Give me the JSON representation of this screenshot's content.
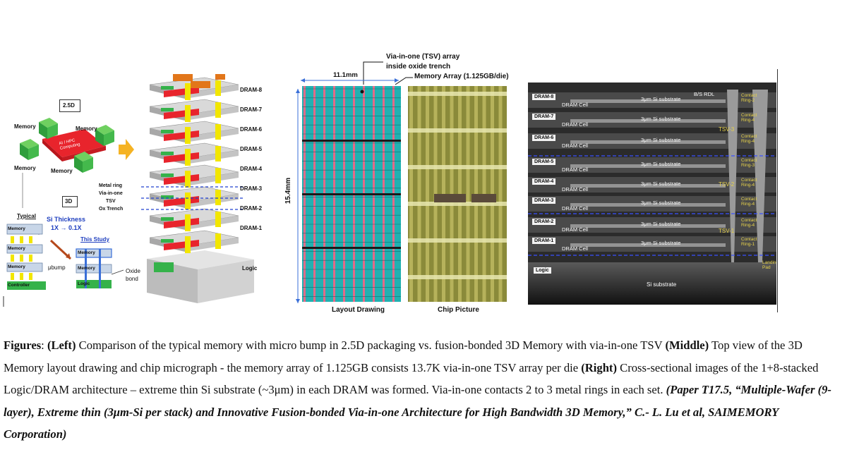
{
  "left_panel": {
    "label_2_5d": "2.5D",
    "label_3d": "3D",
    "memory_labels": [
      "Memory",
      "Memory",
      "Memory",
      "Memory"
    ],
    "ai_hpc_label": "AI / HPC Computing",
    "typical_label": "Typical",
    "si_thickness_label": "Si Thickness",
    "si_thickness_ratio": "1X → 0.1X",
    "this_study_label": "This Study",
    "stack_memory_labels": [
      "Memory",
      "Memory",
      "Memory"
    ],
    "controller_label": "Controller",
    "ubump_label": "μbump",
    "study_memory_labels": [
      "Memory",
      "Memory"
    ],
    "logic_small_label": "Logic",
    "oxide_bond_label": "Oxide bond",
    "side_labels": [
      "Metal ring",
      "Via-in-one",
      "TSV",
      "Ox Trench"
    ],
    "dram_layers": [
      "DRAM-8",
      "DRAM-7",
      "DRAM-6",
      "DRAM-5",
      "DRAM-4",
      "DRAM-3",
      "DRAM-2",
      "DRAM-1"
    ],
    "logic_label": "Logic",
    "accent_red": "#e8242c",
    "accent_yellow": "#f2e600",
    "accent_green": "#35b24a",
    "accent_orange": "#e2761a"
  },
  "middle_panel": {
    "tsv_callout_line1": "Via-in-one (TSV) array",
    "tsv_callout_line2": "inside oxide trench",
    "width_label": "11.1mm",
    "memory_array_label": "Memory Array (1.125GB/die)",
    "height_label": "15.4mm",
    "layout_caption": "Layout Drawing",
    "chip_caption": "Chip Picture",
    "teal": "#22b1b1",
    "pink": "#e36a88"
  },
  "right_panel": {
    "dram_labels": [
      "DRAM-8",
      "DRAM-7",
      "DRAM-6",
      "DRAM-5",
      "DRAM-4",
      "DRAM-3",
      "DRAM-2",
      "DRAM-1"
    ],
    "dram_cell": "DRAM Cell",
    "si_substrate_3um": "3μm Si substrate",
    "bs_rdl": "B/S RDL",
    "tsv_labels": [
      "TSV-3",
      "TSV-2",
      "TSV-1"
    ],
    "contact_rings": [
      "Contact Ring-2",
      "Contact Ring-4",
      "Contact Ring-4",
      "Contact Ring-3",
      "Contact Ring-4",
      "Contact Ring-4",
      "Contact Ring-4",
      "Contact Ring-1"
    ],
    "logic_label": "Logic",
    "si_substrate": "Si substrate",
    "landing_pad": "Landing Pad"
  },
  "caption": {
    "figures_label": "Figures",
    "left_tag": "(Left)",
    "left_text": " Comparison of the typical memory with micro bump in 2.5D packaging vs. fusion-bonded 3D Memory with via-in-one TSV ",
    "middle_tag": "(Middle)",
    "middle_text": " Top view of the 3D Memory layout drawing and chip micrograph - the memory array of 1.125GB consists 13.7K via-in-one TSV array per die ",
    "right_tag": "(Right)",
    "right_text": " Cross-sectional images of the 1+8-stacked Logic/DRAM architecture – extreme thin Si substrate (~3μm) in each DRAM was formed. Via-in-one contacts 2 to 3 metal rings in each set. ",
    "paper_ref": "(Paper T17.5, “Multiple-Wafer (9-layer), Extreme thin (3μm-Si per stack) and Innovative Fusion-bonded Via-in-one Architecture for High Bandwidth 3D Memory,” C.- L. Lu et al, SAIMEMORY Corporation)"
  }
}
